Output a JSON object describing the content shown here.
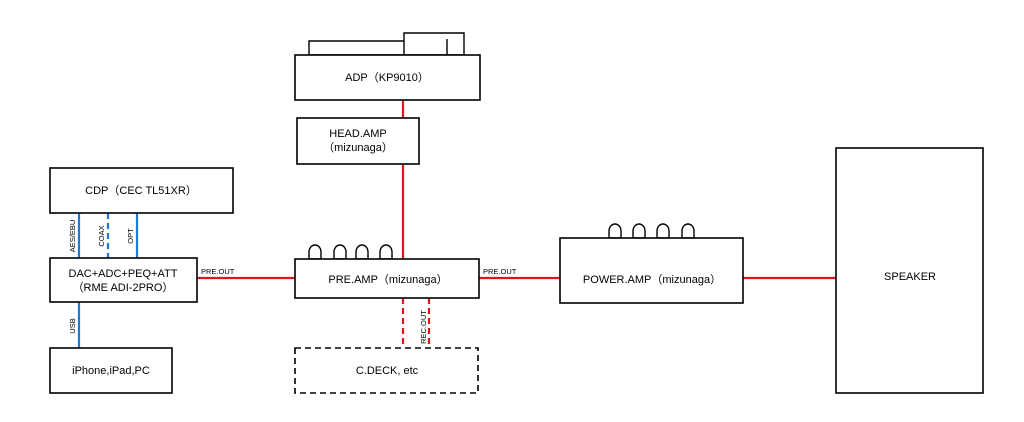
{
  "blocks": {
    "adp": "ADP（KP9010）",
    "head_amp_line1": "HEAD.AMP",
    "head_amp_line2": "（mizunaga）",
    "cdp": "CDP（CEC TL51XR）",
    "dac_line1": "DAC+ADC+PEQ+ATT",
    "dac_line2": "（RME ADI-2PRO）",
    "iphone": "iPhone,iPad,PC",
    "pre_amp": "PRE.AMP（mizunaga）",
    "cdeck": "C.DECK, etc",
    "power_amp": "POWER.AMP（mizunaga）",
    "speaker": "SPEAKER"
  },
  "connections": {
    "aes_ebu": "AES/EBU",
    "coax": "COAX",
    "opt": "OPT",
    "usb": "USB",
    "pre_out_1": "PRE.OUT",
    "pre_out_2": "PRE.OUT",
    "rec_out": "REC.OUT"
  },
  "colors": {
    "analog_line": "#e0141e",
    "digital_line": "#1e78d7"
  }
}
